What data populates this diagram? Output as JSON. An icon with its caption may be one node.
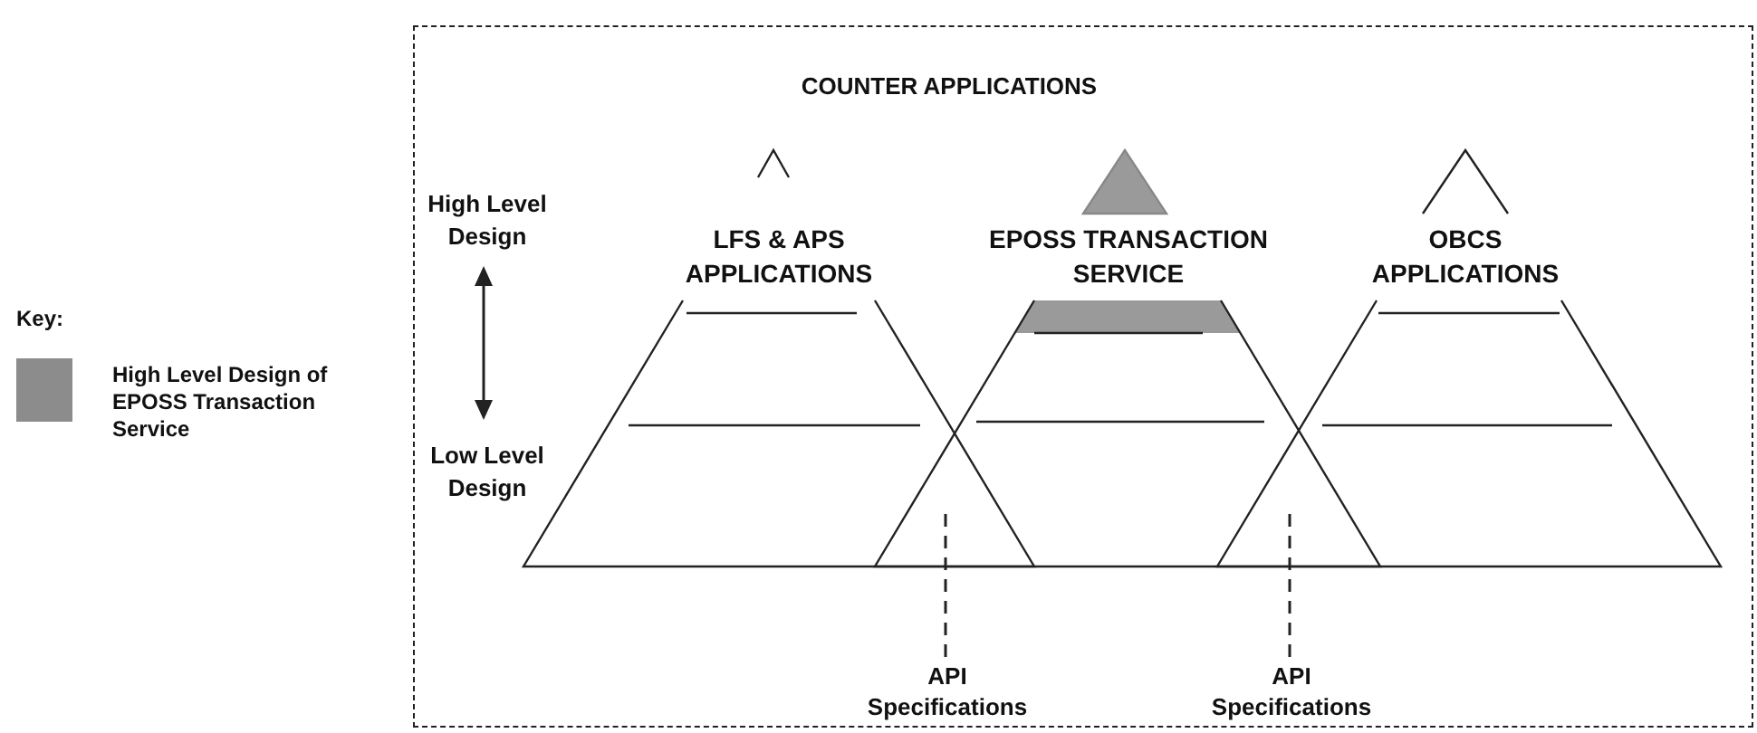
{
  "diagram": {
    "nodes": [
      {
        "text": [
          "COUNTER APPLICATIONS"
        ]
      },
      {
        "text": [
          "LFS & APS APPLICATIONS"
        ],
        "in": 0
      },
      {
        "text": [
          "EPOSS TRANSACTION SERVICE"
        ],
        "in": 0
      },
      {
        "text": [
          "OBCS APPLICATIONS"
        ],
        "in": 0
      },
      {
        "text": [
          "API Specifications"
        ],
        "in": 0
      },
      {
        "text": [
          "API Specifications"
        ],
        "in": 0
      }
    ],
    "edges": [
      {
        "from": 4,
        "to": 2,
        "arrow": "none",
        "style": "dashed"
      },
      {
        "from": 5,
        "to": 2,
        "arrow": "none",
        "style": "dashed"
      }
    ],
    "labels": [
      "High Level Design",
      "Key:",
      "Low Level Design"
    ],
    "legend": [
      {
        "text": "High Level Design of EPOSS Transaction Service",
        "color": "#8c8c8c"
      }
    ]
  }
}
